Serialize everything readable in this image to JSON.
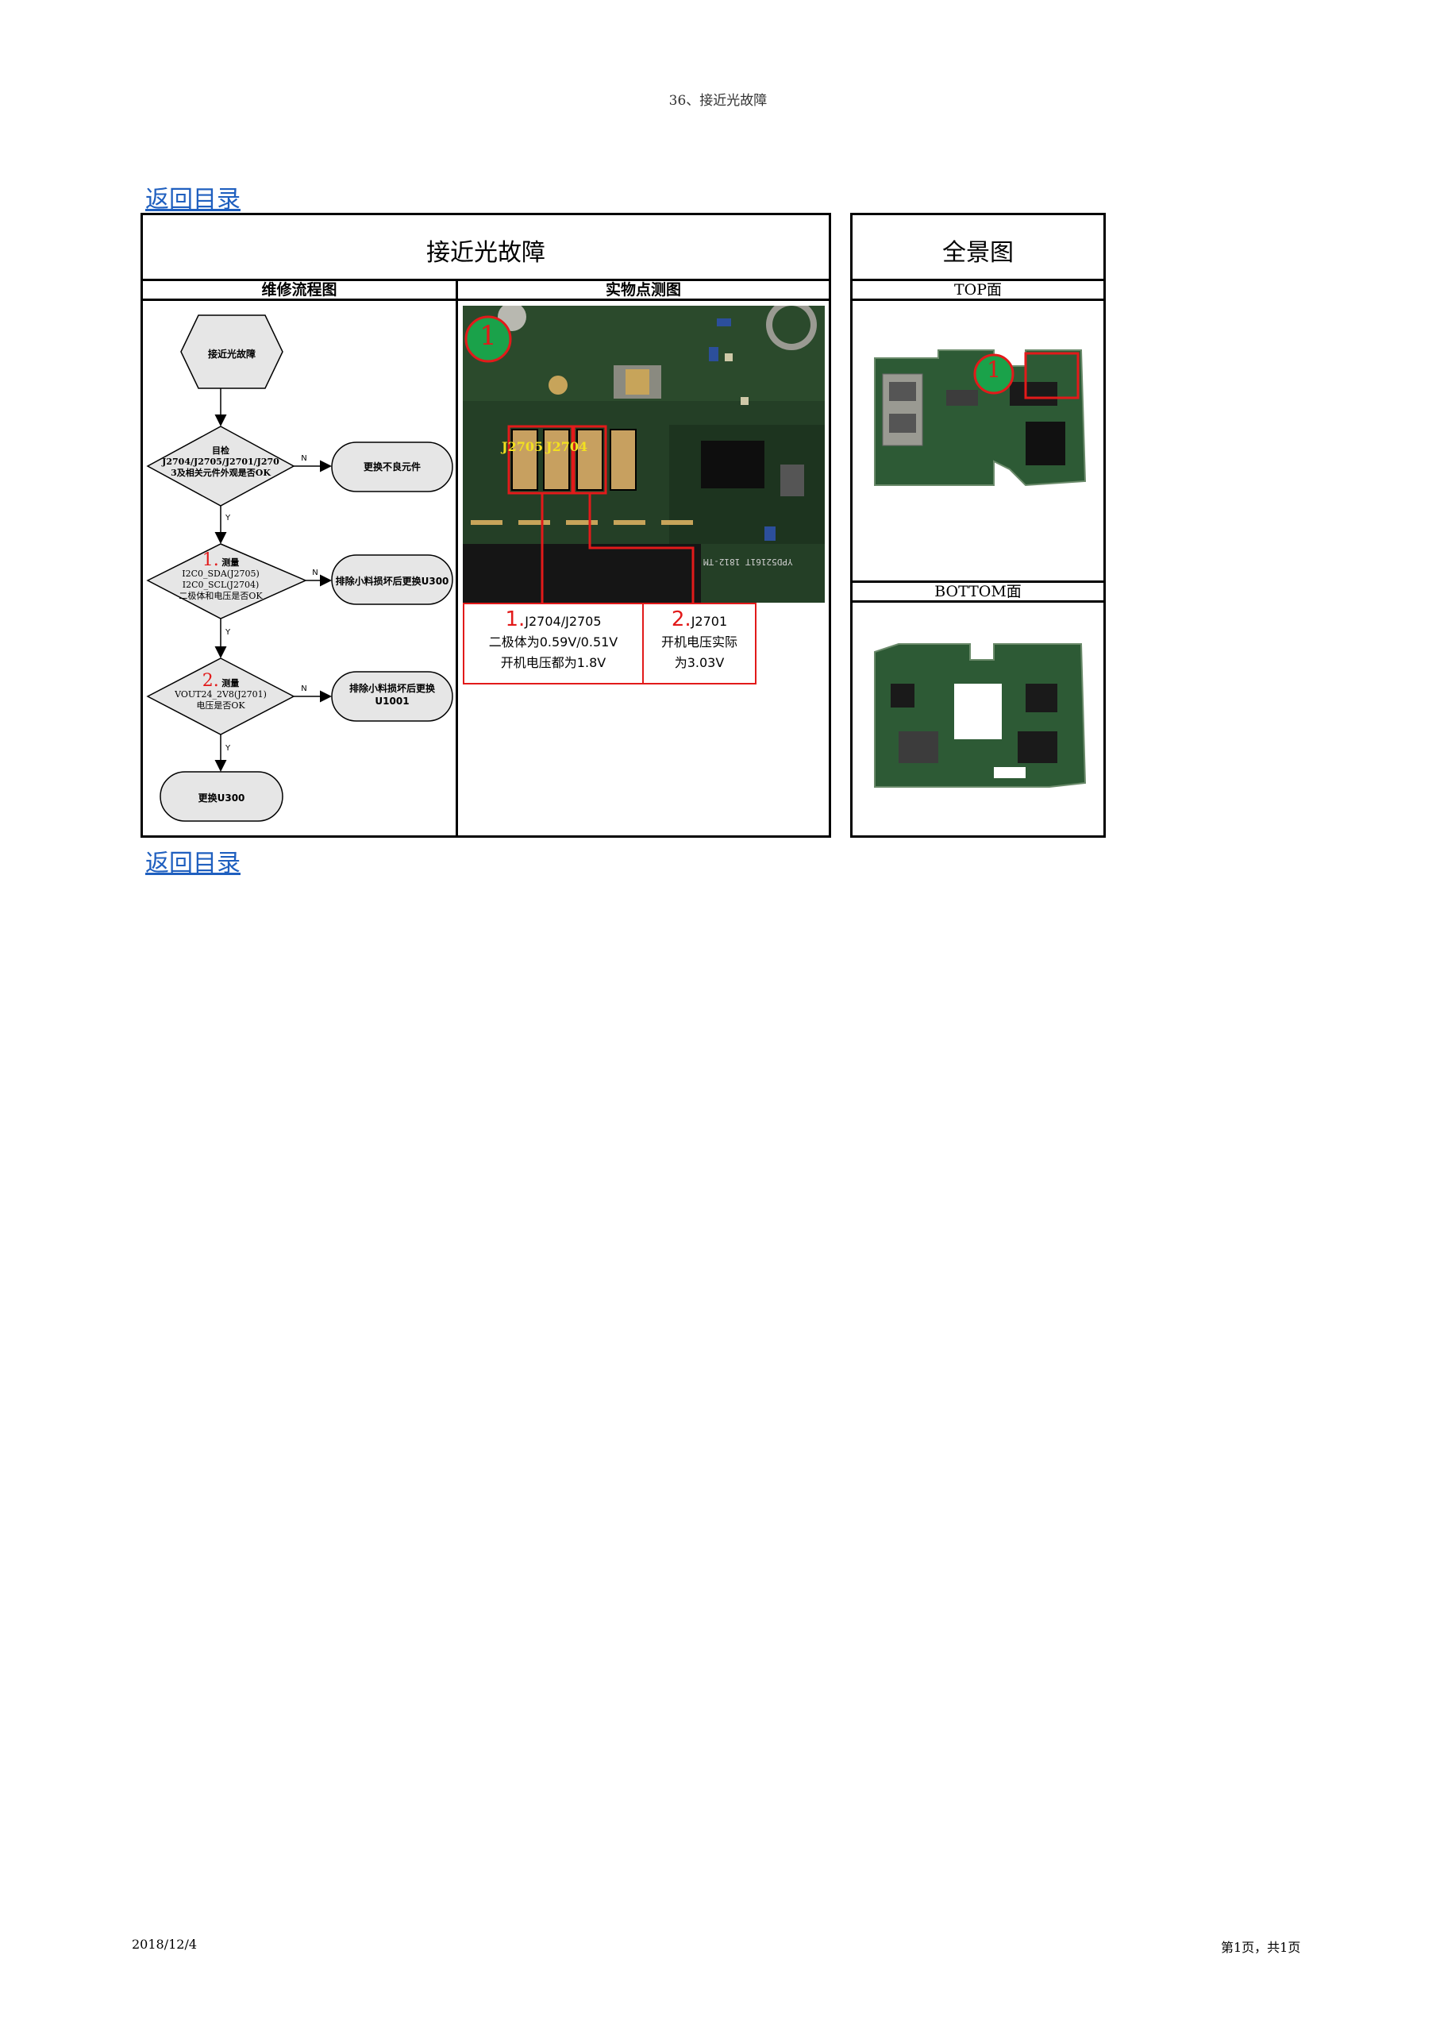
{
  "page_header": "36、接近光故障",
  "back_link_top": "返回目录",
  "back_link_bottom": "返回目录",
  "main_title": "接近光故障",
  "col_flow_header": "维修流程图",
  "col_photo_header": "实物点测图",
  "panorama_title": "全景图",
  "top_face": "TOP面",
  "bottom_face": "BOTTOM面",
  "flowchart": {
    "start": "接近光故障",
    "step1": {
      "line1": "目检",
      "line2": "J2704/J2705/J2701/J270",
      "line3": "3及相关元件外观是否OK"
    },
    "step1_result": "更换不良元件",
    "step2": {
      "num": "1.",
      "label": "测量",
      "line2": "I2C0_SDA(J2705)",
      "line3": "I2C0_SCL(J2704)",
      "line4": "二极体和电压是否OK"
    },
    "step2_result": "排除小料损坏后更换U300",
    "step3": {
      "num": "2.",
      "label": "测量",
      "line2": "VOUT24_2V8(J2701)",
      "line3": "电压是否OK"
    },
    "step3_result": "排除小料损坏后更换U1001",
    "end": "更换U300",
    "yes": "Y",
    "no": "N"
  },
  "photo": {
    "marker": "1",
    "label_j2705": "J2705",
    "label_j2704": "J2704",
    "pcb_text": "YPD52161T 1812-TM",
    "note1": {
      "num": "1.",
      "title": "J2704/J2705",
      "line2": "二极体为0.59V/0.51V",
      "line3": "开机电压都为1.8V"
    },
    "note2": {
      "num": "2.",
      "title": "J2701",
      "line2": "开机电压实际",
      "line3": "为3.03V"
    }
  },
  "top_marker": "1",
  "footer_date": "2018/12/4",
  "footer_page": "第1页，共1页"
}
